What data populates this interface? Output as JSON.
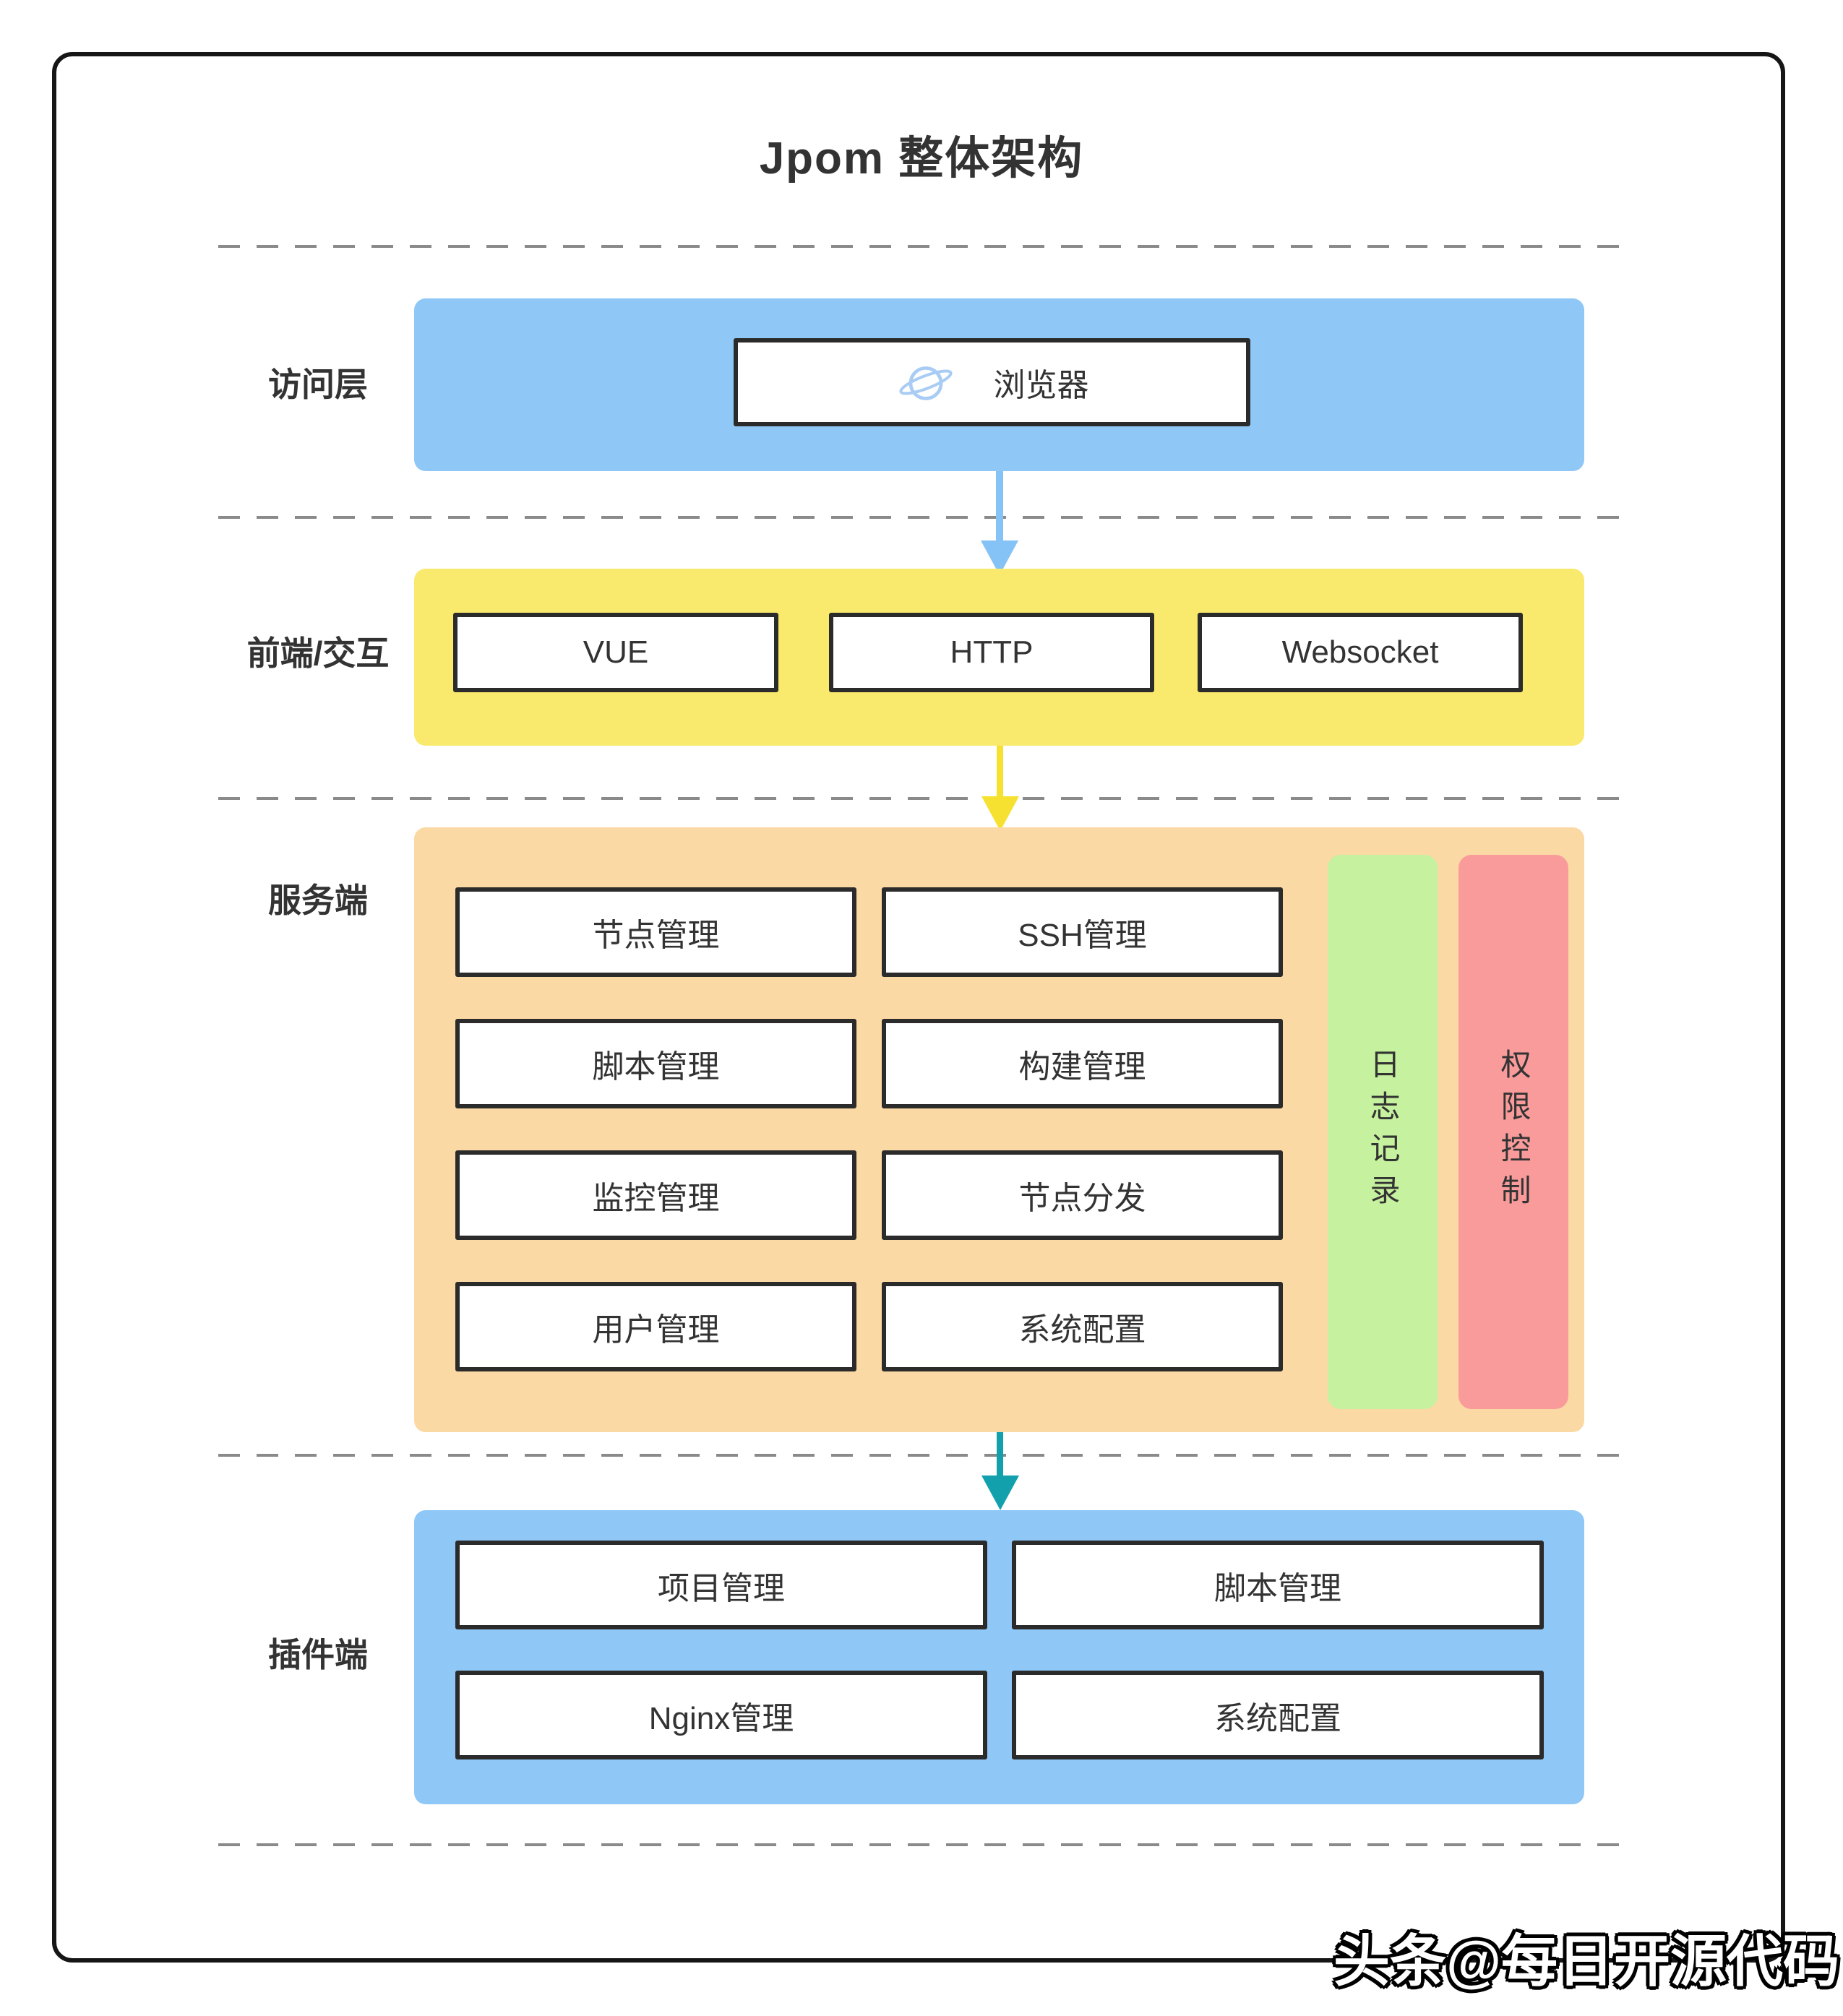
{
  "title": "Jpom 整体架构",
  "watermark": "头条@每日开源代码",
  "layers": {
    "access": {
      "label": "访问层",
      "items": [
        {
          "label": "浏览器",
          "icon": "planet-icon"
        }
      ]
    },
    "frontend": {
      "label": "前端/交互",
      "items": [
        {
          "label": "VUE"
        },
        {
          "label": "HTTP"
        },
        {
          "label": "Websocket"
        }
      ]
    },
    "server": {
      "label": "服务端",
      "items": [
        {
          "label": "节点管理"
        },
        {
          "label": "SSH管理"
        },
        {
          "label": "脚本管理"
        },
        {
          "label": "构建管理"
        },
        {
          "label": "监控管理"
        },
        {
          "label": "节点分发"
        },
        {
          "label": "用户管理"
        },
        {
          "label": "系统配置"
        }
      ],
      "sidebars": [
        {
          "label": "日志记录",
          "color": "#C6F19E"
        },
        {
          "label": "权限控制",
          "color": "#F99B9B"
        }
      ]
    },
    "plugin": {
      "label": "插件端",
      "items": [
        {
          "label": "项目管理"
        },
        {
          "label": "脚本管理"
        },
        {
          "label": "Nginx管理"
        },
        {
          "label": "系统配置"
        }
      ]
    }
  },
  "colors": {
    "access_layer": "#8FC7F7",
    "frontend_layer": "#F9E96D",
    "server_layer": "#FBD9A4",
    "plugin_layer": "#8FC7F7",
    "log_sidebar": "#C6F19E",
    "auth_sidebar": "#F99B9B",
    "arrow_access_to_frontend": "#85C2F5",
    "arrow_frontend_to_server": "#F7E130",
    "arrow_server_to_plugin": "#12A1AC",
    "dashed_line": "#8A8A8A",
    "node_border": "#2B2B2B",
    "text": "#333333"
  }
}
